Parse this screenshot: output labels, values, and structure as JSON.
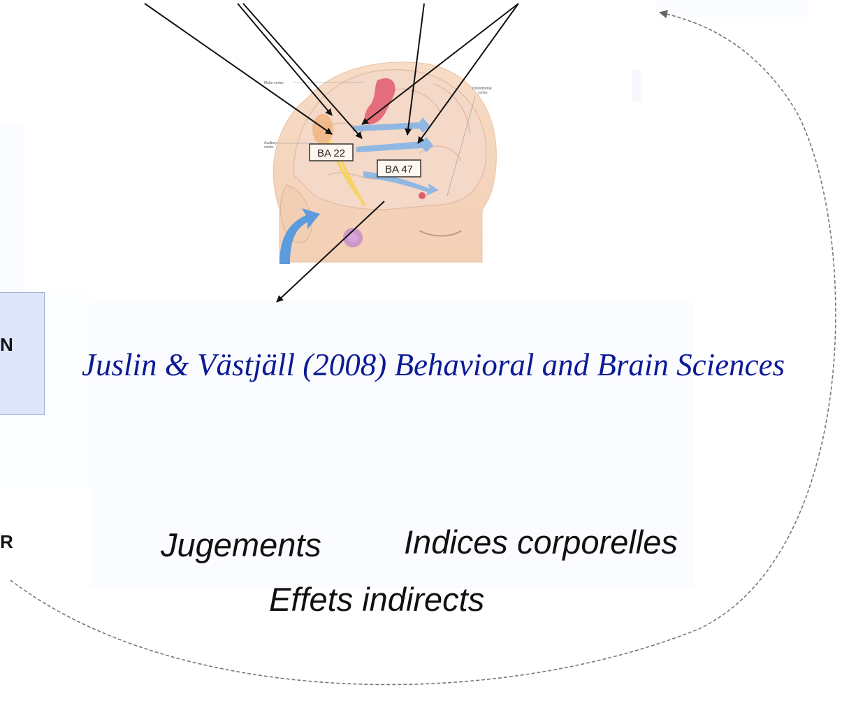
{
  "citation": "Juslin & Västjäll (2008) Behavioral and Brain Sciences",
  "labels": {
    "jugements": "Jugements",
    "indices": "Indices corporelles",
    "effets": "Effets indirects"
  },
  "box_left_letter": "N",
  "left_edge_letter": "R",
  "brain": {
    "ba22": "BA 22",
    "ba47": "BA 47",
    "motor": "Motor cortex",
    "auditory_1": "Auditory",
    "auditory_2": "cortex",
    "orbito_1": "Orbitofrontal",
    "orbito_2": "cortex"
  }
}
